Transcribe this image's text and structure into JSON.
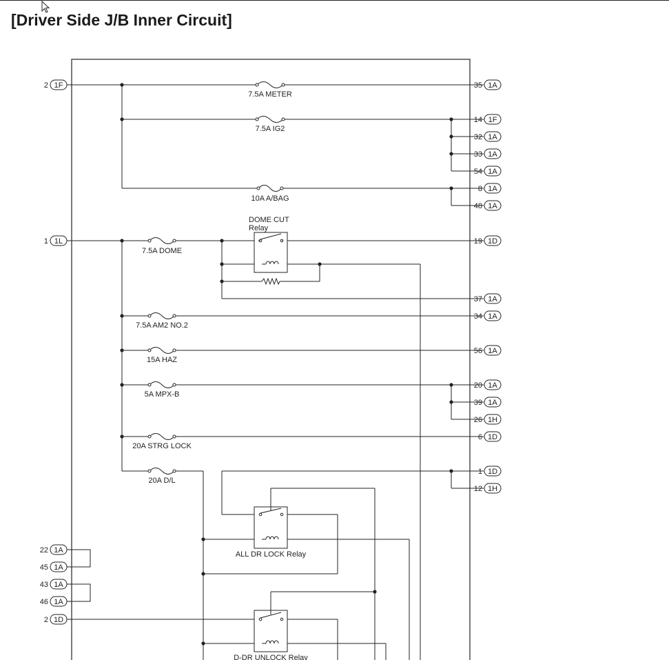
{
  "title": "[Driver Side J/B Inner Circuit]",
  "fuses": [
    {
      "label": "7.5A METER"
    },
    {
      "label": "7.5A IG2"
    },
    {
      "label": "10A A/BAG"
    },
    {
      "label": "7.5A DOME"
    },
    {
      "label": "7.5A AM2 NO.2"
    },
    {
      "label": "15A HAZ"
    },
    {
      "label": "5A MPX-B"
    },
    {
      "label": "20A STRG LOCK"
    },
    {
      "label": "20A D/L"
    }
  ],
  "relays": [
    {
      "label_line1": "DOME CUT",
      "label_line2": "Relay"
    },
    {
      "label": "ALL DR LOCK Relay"
    },
    {
      "label": "D-DR UNLOCK Relay"
    }
  ],
  "left_terminals": [
    {
      "pin": "2",
      "connector": "1F"
    },
    {
      "pin": "1",
      "connector": "1L"
    },
    {
      "pin": "22",
      "connector": "1A"
    },
    {
      "pin": "45",
      "connector": "1A"
    },
    {
      "pin": "43",
      "connector": "1A"
    },
    {
      "pin": "46",
      "connector": "1A"
    },
    {
      "pin": "2",
      "connector": "1D"
    }
  ],
  "right_terminals": [
    {
      "pin": "35",
      "connector": "1A"
    },
    {
      "pin": "14",
      "connector": "1F"
    },
    {
      "pin": "32",
      "connector": "1A"
    },
    {
      "pin": "33",
      "connector": "1A"
    },
    {
      "pin": "54",
      "connector": "1A"
    },
    {
      "pin": "8",
      "connector": "1A"
    },
    {
      "pin": "48",
      "connector": "1A"
    },
    {
      "pin": "19",
      "connector": "1D"
    },
    {
      "pin": "37",
      "connector": "1A"
    },
    {
      "pin": "34",
      "connector": "1A"
    },
    {
      "pin": "56",
      "connector": "1A"
    },
    {
      "pin": "20",
      "connector": "1A"
    },
    {
      "pin": "39",
      "connector": "1A"
    },
    {
      "pin": "26",
      "connector": "1H"
    },
    {
      "pin": "6",
      "connector": "1D"
    },
    {
      "pin": "1",
      "connector": "1D"
    },
    {
      "pin": "12",
      "connector": "1H"
    }
  ]
}
